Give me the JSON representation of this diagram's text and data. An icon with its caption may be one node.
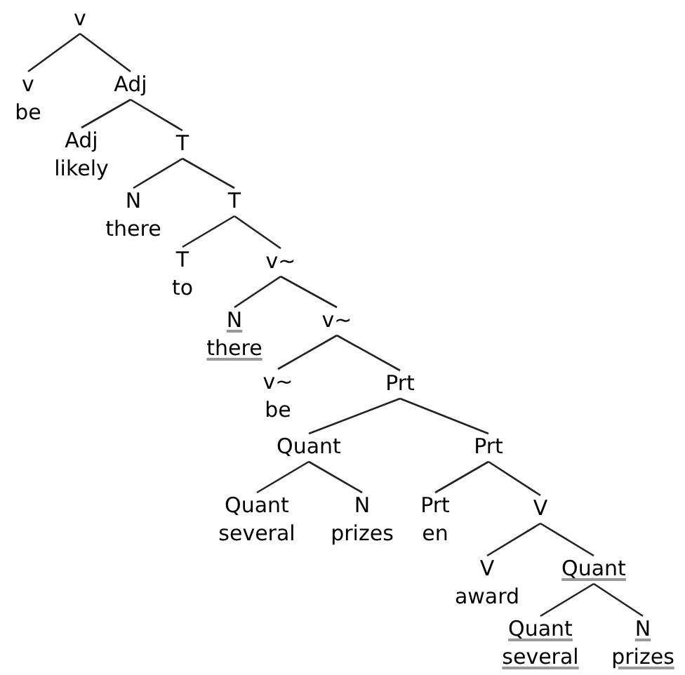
{
  "diagram": {
    "nodes": [
      {
        "text": [
          "v"
        ]
      },
      {
        "text": [
          "v",
          "be"
        ]
      },
      {
        "text": [
          "Adj"
        ]
      },
      {
        "text": [
          "Adj",
          "likely"
        ]
      },
      {
        "text": [
          "T"
        ]
      },
      {
        "text": [
          "N",
          "there"
        ]
      },
      {
        "text": [
          "T"
        ]
      },
      {
        "text": [
          "T",
          "to"
        ]
      },
      {
        "text": [
          "v~"
        ]
      },
      {
        "text": [
          "N",
          "there"
        ]
      },
      {
        "text": [
          "v~"
        ]
      },
      {
        "text": [
          "v~",
          "be"
        ]
      },
      {
        "text": [
          "Prt"
        ]
      },
      {
        "text": [
          "Quant"
        ]
      },
      {
        "text": [
          "Prt"
        ]
      },
      {
        "text": [
          "Quant",
          "several"
        ]
      },
      {
        "text": [
          "N",
          "prizes"
        ]
      },
      {
        "text": [
          "Prt",
          "en"
        ]
      },
      {
        "text": [
          "V"
        ]
      },
      {
        "text": [
          "V",
          "award"
        ]
      },
      {
        "text": [
          "Quant"
        ]
      },
      {
        "text": [
          "Quant",
          "several"
        ]
      },
      {
        "text": [
          "N",
          "prizes"
        ]
      }
    ],
    "edges": [
      {
        "from": 0,
        "to": 1,
        "arrow": "none"
      },
      {
        "from": 0,
        "to": 2,
        "arrow": "none"
      },
      {
        "from": 2,
        "to": 3,
        "arrow": "none"
      },
      {
        "from": 2,
        "to": 4,
        "arrow": "none"
      },
      {
        "from": 4,
        "to": 5,
        "arrow": "none"
      },
      {
        "from": 4,
        "to": 6,
        "arrow": "none"
      },
      {
        "from": 6,
        "to": 7,
        "arrow": "none"
      },
      {
        "from": 6,
        "to": 8,
        "arrow": "none"
      },
      {
        "from": 8,
        "to": 9,
        "arrow": "none"
      },
      {
        "from": 8,
        "to": 10,
        "arrow": "none"
      },
      {
        "from": 10,
        "to": 11,
        "arrow": "none"
      },
      {
        "from": 10,
        "to": 12,
        "arrow": "none"
      },
      {
        "from": 12,
        "to": 13,
        "arrow": "none"
      },
      {
        "from": 12,
        "to": 14,
        "arrow": "none"
      },
      {
        "from": 13,
        "to": 15,
        "arrow": "none"
      },
      {
        "from": 13,
        "to": 16,
        "arrow": "none"
      },
      {
        "from": 14,
        "to": 17,
        "arrow": "none"
      },
      {
        "from": 14,
        "to": 18,
        "arrow": "none"
      },
      {
        "from": 18,
        "to": 19,
        "arrow": "none"
      },
      {
        "from": 18,
        "to": 20,
        "arrow": "none"
      },
      {
        "from": 20,
        "to": 21,
        "arrow": "none"
      },
      {
        "from": 20,
        "to": 22,
        "arrow": "none"
      }
    ]
  }
}
